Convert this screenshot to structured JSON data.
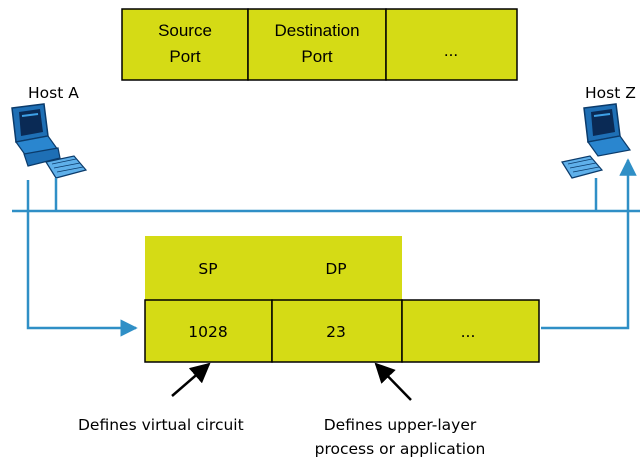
{
  "colors": {
    "cell_fill": "#d5db15",
    "network_line": "#2f8fc6",
    "arrow_black": "#000000"
  },
  "header_segment": {
    "fields": [
      {
        "line1": "Source",
        "line2": "Port"
      },
      {
        "line1": "Destination",
        "line2": "Port"
      },
      {
        "line1": "..."
      }
    ]
  },
  "hosts": {
    "left_label": "Host A",
    "right_label": "Host Z"
  },
  "detail_segment": {
    "header_labels": [
      "SP",
      "DP"
    ],
    "values": [
      "1028",
      "23",
      "..."
    ]
  },
  "captions": {
    "virtual_circuit": "Defines virtual circuit",
    "upper_layer_line1": "Defines upper-layer",
    "upper_layer_line2": "process or application"
  },
  "icons": [
    "computer-icon",
    "computer-icon"
  ]
}
